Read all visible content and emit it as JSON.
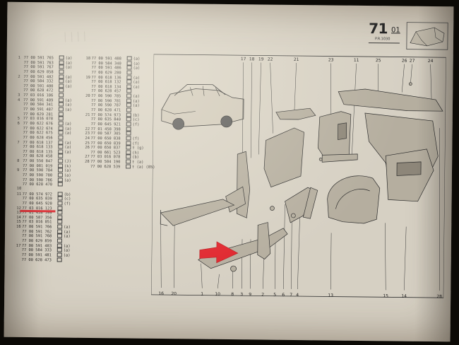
{
  "header": {
    "section_number": "71",
    "section_suffix": "01",
    "pr_ref": "P.R.1030"
  },
  "parts_list": {
    "column_left": [
      {
        "idx": "1",
        "ref": "77 00 591 765",
        "code": "(a)"
      },
      {
        "idx": "",
        "ref": "77 00 591 763",
        "code": "(a)"
      },
      {
        "idx": "",
        "ref": "77 00 591 767",
        "code": "(a)"
      },
      {
        "idx": "",
        "ref": "77 00 629 858",
        "code": ""
      },
      {
        "idx": "2",
        "ref": "77 00 591 482",
        "code": "(a)"
      },
      {
        "idx": "",
        "ref": "77 00 584 332",
        "code": "(a)"
      },
      {
        "idx": "",
        "ref": "77 00 591 480",
        "code": "(a)"
      },
      {
        "idx": "",
        "ref": "77 00 628 472",
        "code": ""
      },
      {
        "idx": "3",
        "ref": "77 03 016 186",
        "code": ""
      },
      {
        "idx": "4",
        "ref": "77 00 591 489",
        "code": "(a)"
      },
      {
        "idx": "",
        "ref": "77 00 584 341",
        "code": "(a)"
      },
      {
        "idx": "",
        "ref": "77 00 591 487",
        "code": "(a)"
      },
      {
        "idx": "",
        "ref": "77 00 629 281",
        "code": ""
      },
      {
        "idx": "5",
        "ref": "77 03 016 078",
        "code": ""
      },
      {
        "idx": "6",
        "ref": "77 00 622 676",
        "code": "(a)"
      },
      {
        "idx": "",
        "ref": "77 00 622 674",
        "code": "(a)"
      },
      {
        "idx": "",
        "ref": "77 00 622 675",
        "code": "(a)"
      },
      {
        "idx": "",
        "ref": "77 00 628 456",
        "code": ""
      },
      {
        "idx": "7",
        "ref": "77 00 618 137",
        "code": "(a)"
      },
      {
        "idx": "",
        "ref": "77 00 618 133",
        "code": "(a)"
      },
      {
        "idx": "",
        "ref": "77 00 618 135",
        "code": "(a)"
      },
      {
        "idx": "",
        "ref": "77 00 628 458",
        "code": ""
      },
      {
        "idx": "8",
        "ref": "77 00 550 847",
        "code": "(J)"
      },
      {
        "idx": "",
        "ref": "77 00 081 019",
        "code": "(k)"
      },
      {
        "idx": "9",
        "ref": "77 00 590 784",
        "code": "(a)"
      },
      {
        "idx": "",
        "ref": "77 00 590 780",
        "code": "(a)"
      },
      {
        "idx": "",
        "ref": "77 00 590 786",
        "code": "(a)"
      },
      {
        "idx": "",
        "ref": "77 00 628 470",
        "code": ""
      },
      {
        "idx": "10",
        "ref": "",
        "code": ""
      },
      {
        "idx": "11",
        "ref": "77 00 574 972",
        "code": "(b)"
      },
      {
        "idx": "",
        "ref": "77 00 635 839",
        "code": "(c)"
      },
      {
        "idx": "",
        "ref": "77 00 645 920",
        "code": "(f)"
      },
      {
        "idx": "12",
        "ref": "77 03 016 123",
        "code": ""
      },
      {
        "idx": "13",
        "ref": "77 01 458 399",
        "code": ""
      },
      {
        "idx": "14",
        "ref": "77 00 587 356",
        "code": ""
      },
      {
        "idx": "15",
        "ref": "77 03 016 051",
        "code": ""
      },
      {
        "idx": "16",
        "ref": "77 00 591 766",
        "code": "(a)"
      },
      {
        "idx": "",
        "ref": "77 00 591 762",
        "code": "(a)"
      },
      {
        "idx": "",
        "ref": "77 00 591 768",
        "code": "(a)"
      },
      {
        "idx": "",
        "ref": "77 00 629 859",
        "code": ""
      },
      {
        "idx": "17",
        "ref": "77 00 591 483",
        "code": "(a)"
      },
      {
        "idx": "",
        "ref": "77 00 584 333",
        "code": "(a)"
      },
      {
        "idx": "",
        "ref": "77 00 591 481",
        "code": "(a)"
      },
      {
        "idx": "",
        "ref": "77 00 628 473",
        "code": ""
      }
    ],
    "column_right": [
      {
        "idx": "18",
        "ref": "77 00 591 488",
        "code": "(a)"
      },
      {
        "idx": "",
        "ref": "77 00 584 340",
        "code": "(a)"
      },
      {
        "idx": "",
        "ref": "77 00 591 486",
        "code": "(a)"
      },
      {
        "idx": "",
        "ref": "77 00 629 280",
        "code": ""
      },
      {
        "idx": "19",
        "ref": "77 00 618 136",
        "code": "(a)"
      },
      {
        "idx": "",
        "ref": "77 00 618 132",
        "code": "(a)"
      },
      {
        "idx": "",
        "ref": "77 00 618 134",
        "code": "(a)"
      },
      {
        "idx": "",
        "ref": "77 00 628 457",
        "code": ""
      },
      {
        "idx": "20",
        "ref": "77 00 590 785",
        "code": "(a)"
      },
      {
        "idx": "",
        "ref": "77 00 590 781",
        "code": "(a)"
      },
      {
        "idx": "",
        "ref": "77 00 590 787",
        "code": "(a)"
      },
      {
        "idx": "",
        "ref": "77 00 628 471",
        "code": ""
      },
      {
        "idx": "21",
        "ref": "77 00 574 973",
        "code": "(b)"
      },
      {
        "idx": "",
        "ref": "77 00 635 840",
        "code": "(c)"
      },
      {
        "idx": "",
        "ref": "77 00 645 921",
        "code": "(f)"
      },
      {
        "idx": "22",
        "ref": "77 01 458 398",
        "code": ""
      },
      {
        "idx": "23",
        "ref": "77 00 587 305",
        "code": ""
      },
      {
        "idx": "24",
        "ref": "77 00 650 838",
        "code": "(f)"
      },
      {
        "idx": "25",
        "ref": "77 00 650 839",
        "code": "(f)"
      },
      {
        "idx": "26",
        "ref": "77 00 650 837",
        "code": "† (g)"
      },
      {
        "idx": "",
        "ref": "77 00 661 523",
        "code": "(h)"
      },
      {
        "idx": "27",
        "ref": "77 03 016 078",
        "code": "(b)"
      },
      {
        "idx": "28",
        "ref": "77 00 584 190",
        "code": "† (a)"
      },
      {
        "idx": "",
        "ref": "77 00 628 539",
        "code": "† (a) (85)"
      }
    ]
  },
  "callouts_top": [
    "17",
    "18",
    "19",
    "22",
    "21",
    "23",
    "11",
    "25",
    "26",
    "27",
    "24"
  ],
  "callouts_bottom": [
    "16",
    "20",
    "1",
    "10",
    "8",
    "3",
    "9",
    "2",
    "5",
    "6",
    "7",
    "4",
    "13",
    "15",
    "14",
    "28"
  ],
  "colors": {
    "paper": "#d6d0c3",
    "ink": "#2a2724",
    "highlight": "#d8232a"
  }
}
